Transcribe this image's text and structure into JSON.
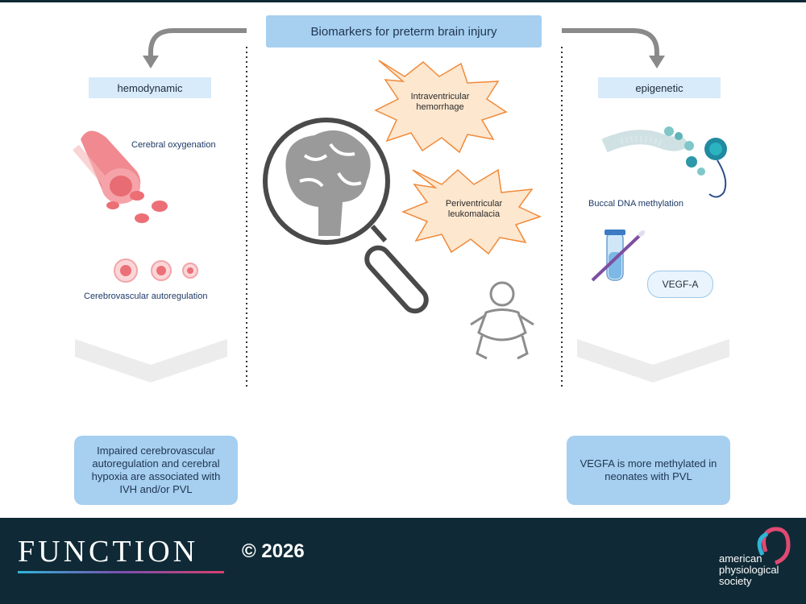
{
  "diagram": {
    "title": "Biomarkers for preterm brain injury",
    "left": {
      "category": "hemodynamic",
      "item1": "Cerebral oxygenation",
      "item2": "Cerebrovascular autoregulation",
      "summary": "Impaired cerebrovascular autoregulation and cerebral hypoxia are associated with IVH and/or PVL"
    },
    "center": {
      "burst1": "Intraventricular hemorrhage",
      "burst2": "Periventricular leukomalacia"
    },
    "right": {
      "category": "epigenetic",
      "item1": "Buccal DNA methylation",
      "item2": "VEGF-A",
      "summary": "VEGFA is more methylated in neonates with PVL"
    },
    "colors": {
      "box_fill": "#a6cff0",
      "category_fill": "#d8ebfa",
      "vessel": "#ee7a80",
      "burst_fill": "#fde7cf",
      "burst_stroke": "#f08a3a",
      "footer_bg": "#0f2a36"
    }
  },
  "footer": {
    "brand": "FUNCTION",
    "copyright": "© 2026",
    "society_line1": "american",
    "society_line2": "physiological",
    "society_line3": "society"
  }
}
